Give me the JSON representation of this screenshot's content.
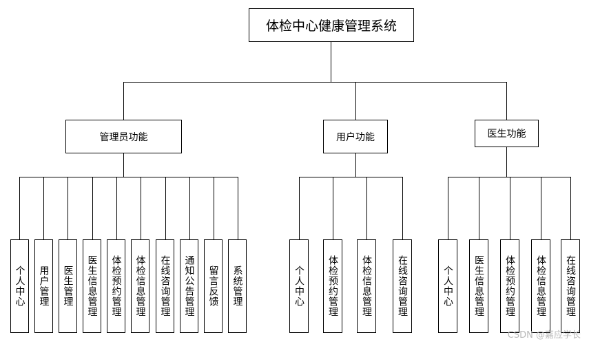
{
  "root": {
    "label": "体检中心健康管理系统"
  },
  "groups": [
    {
      "label": "管理员功能",
      "children": [
        "个人中心",
        "用户管理",
        "医生管理",
        "医生信息管理",
        "体检预约管理",
        "体检信息管理",
        "在线咨询管理",
        "通知公告管理",
        "留言反馈",
        "系统管理"
      ]
    },
    {
      "label": "用户功能",
      "children": [
        "个人中心",
        "体检预约管理",
        "体检信息管理",
        "在线咨询管理"
      ]
    },
    {
      "label": "医生功能",
      "children": [
        "个人中心",
        "医生信息管理",
        "体检预约管理",
        "体检信息管理",
        "在线咨询管理"
      ]
    }
  ],
  "watermark": "CSDN @嘉应学长"
}
